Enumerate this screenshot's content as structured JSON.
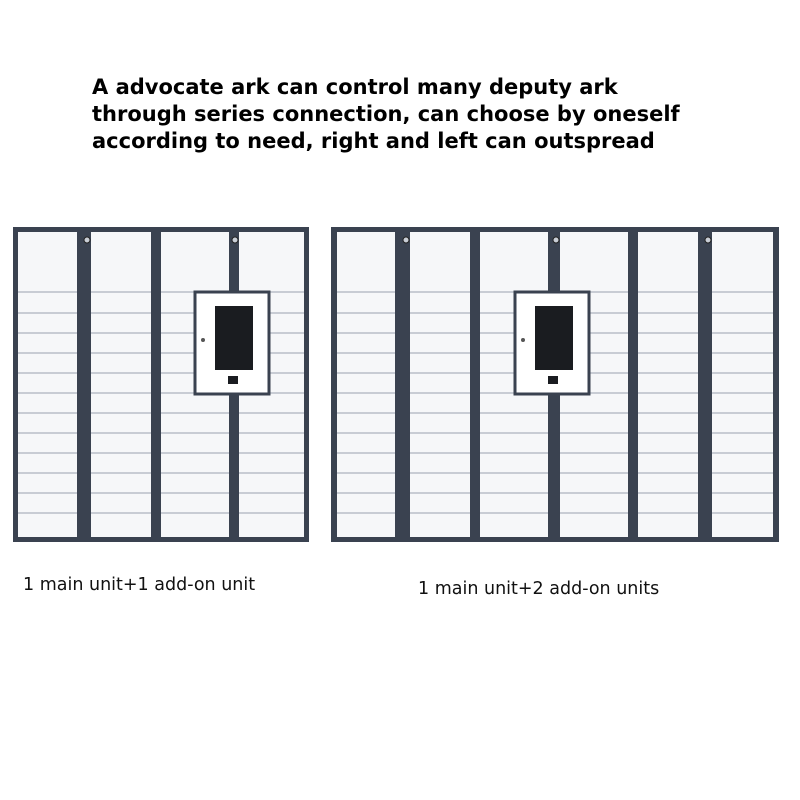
{
  "headline": {
    "line1": "A advocate ark can control many deputy ark",
    "line2": "through series connection, can choose by oneself",
    "line3": "according to need, right and left can outspread"
  },
  "captions": {
    "left": "1 main unit+1 add-on unit",
    "right": "1 main unit+2 add-on units"
  },
  "colors": {
    "frame": "#3a4250",
    "door": "#f6f7f9",
    "door_line": "#9aa2ae",
    "screen": "#1a1c20",
    "text": "#000000"
  }
}
